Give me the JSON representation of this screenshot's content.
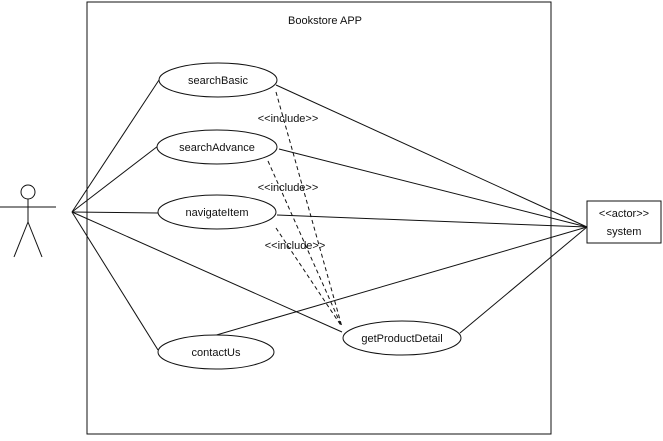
{
  "diagram": {
    "system_title": "Bookstore APP",
    "use_cases": {
      "search_basic": "searchBasic",
      "search_advance": "searchAdvance",
      "navigate_item": "navigateItem",
      "contact_us": "contactUs",
      "get_product_detail": "getProductDetail"
    },
    "include_labels": [
      "<<include>>",
      "<<include>>",
      "<<include>>"
    ],
    "external_actor": {
      "stereotype": "<<actor>>",
      "name": "system"
    }
  },
  "colors": {
    "line": "#111111",
    "background": "#ffffff"
  }
}
